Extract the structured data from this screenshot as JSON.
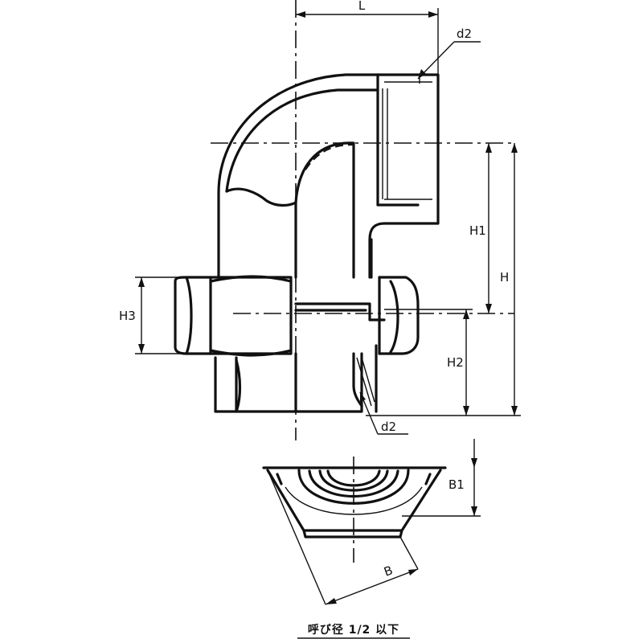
{
  "dimensions": {
    "L": "L",
    "d2_top": "d2",
    "d2_bottom": "d2",
    "H1": "H1",
    "H": "H",
    "H2": "H2",
    "H3": "H3",
    "B1": "B1",
    "B": "B"
  },
  "caption": "呼び径 1/2 以下"
}
